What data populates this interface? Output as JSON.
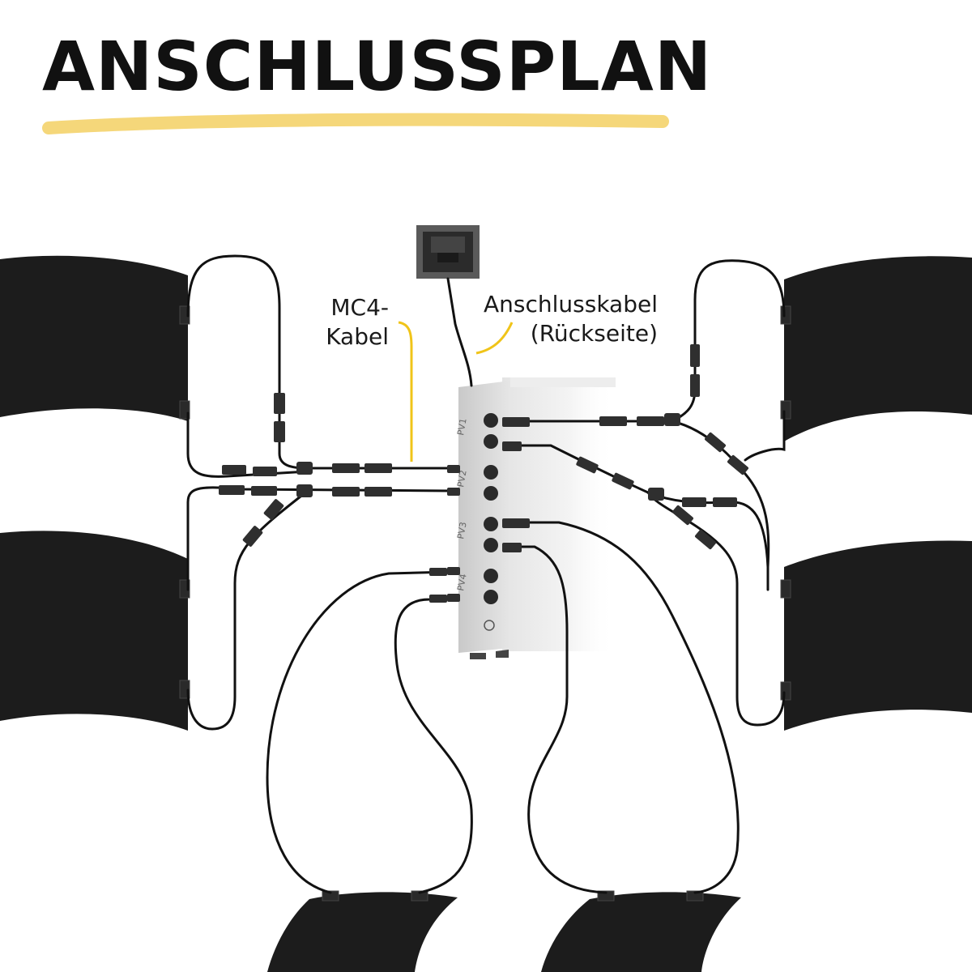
{
  "title": "ANSCHLUSSPLAN",
  "labels": {
    "mc4_line1": "MC4-",
    "mc4_line2": "Kabel",
    "connection_line1": "Anschlusskabel",
    "connection_line2": "(Rückseite)"
  },
  "inverter_ports": [
    "PV1",
    "PV2",
    "PV3",
    "PV4"
  ],
  "colors": {
    "accent": "#F5D77A",
    "leader_line": "#F0C419",
    "panel": "#1c1c1c",
    "cable": "#111111",
    "inverter_body": "#d9d9d9"
  }
}
